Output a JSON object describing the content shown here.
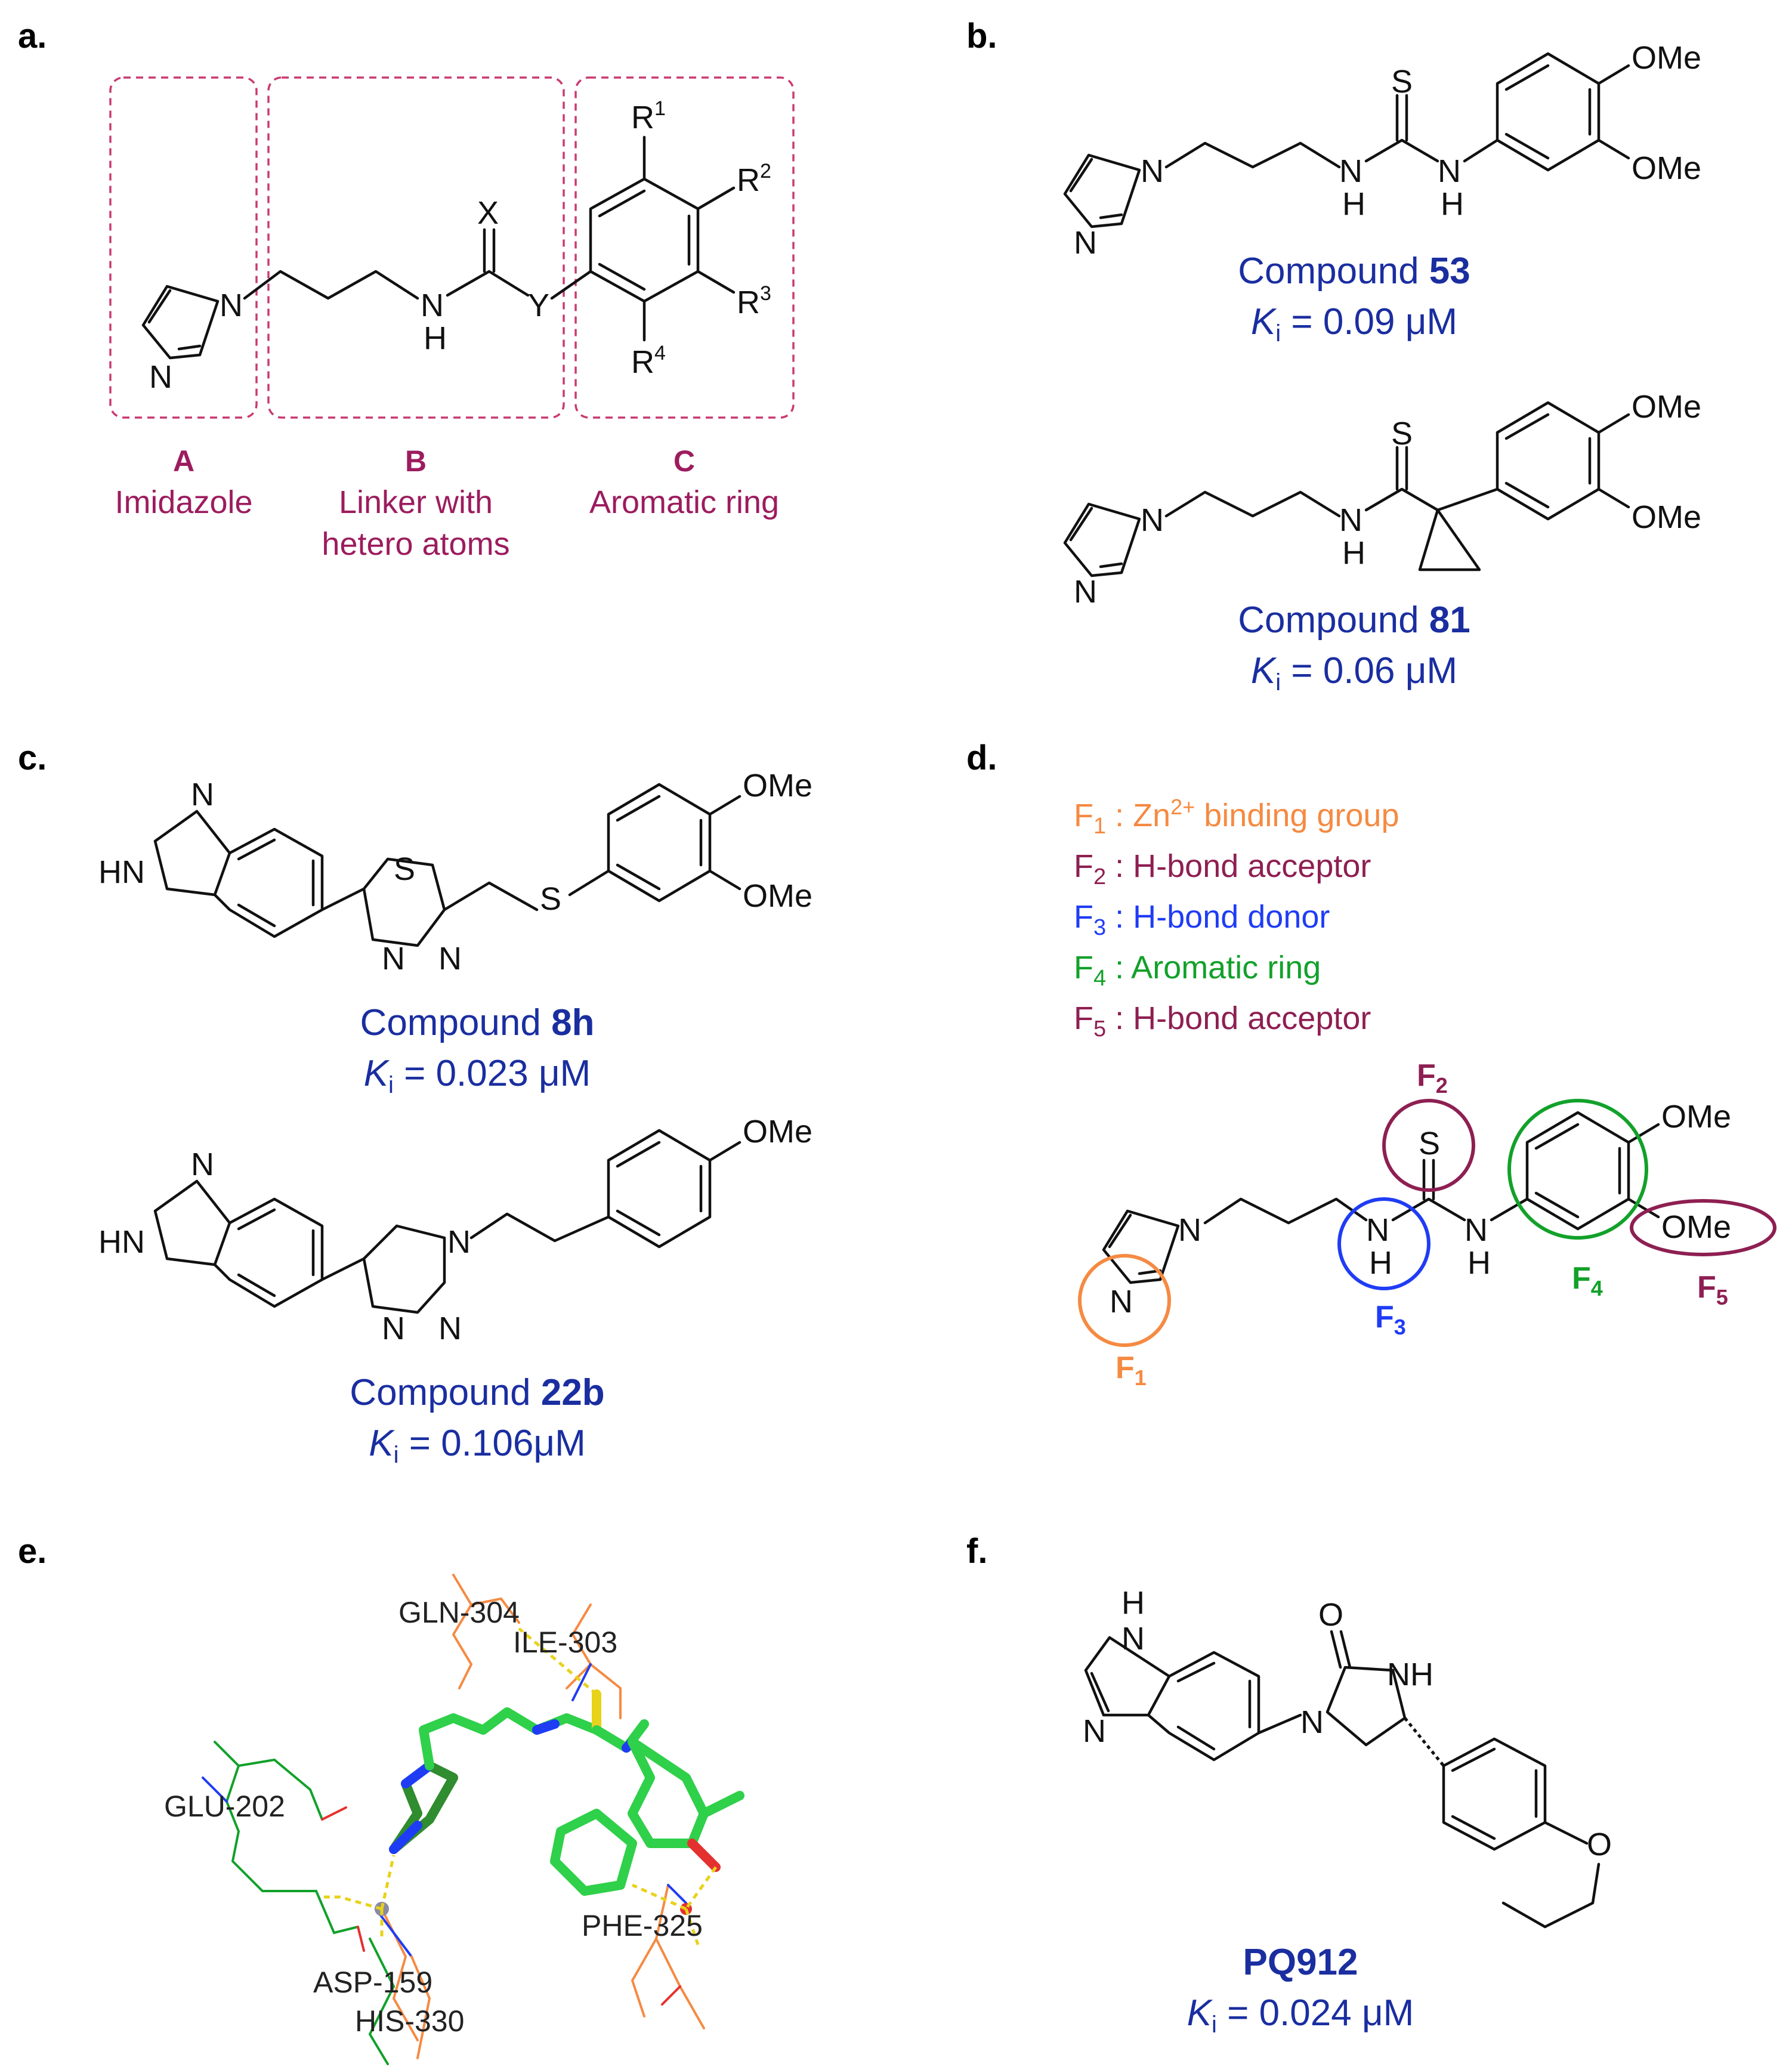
{
  "colors": {
    "purple": "#9c1c5e",
    "navy": "#1a2ea0",
    "orange": "#f58a42",
    "blue": "#1f3cf5",
    "green": "#12a12a",
    "maroon": "#8e1f52",
    "yellow": "#e8d21a"
  },
  "panels": {
    "a": "a.",
    "b": "b.",
    "c": "c.",
    "d": "d.",
    "e": "e.",
    "f": "f."
  },
  "atoms": {
    "N": "N",
    "H": "H",
    "HN": "HN",
    "NH": "NH",
    "S": "S",
    "O": "O",
    "X": "X",
    "Y": "Y",
    "OMe": "OMe",
    "R": "R",
    "r1": "1",
    "r2": "2",
    "r3": "3",
    "r4": "4"
  },
  "panel_a": {
    "A_letter": "A",
    "A_label": "Imidazole",
    "B_letter": "B",
    "B_label_1": "Linker with",
    "B_label_2": "hetero atoms",
    "C_letter": "C",
    "C_label": "Aromatic ring"
  },
  "compounds": {
    "c53": {
      "prefix": "Compound ",
      "id": "53",
      "ki_sym": "K",
      "ki_sub": "i",
      "ki_val": " = 0.09 μM"
    },
    "c81": {
      "prefix": "Compound ",
      "id": "81",
      "ki_sym": "K",
      "ki_sub": "i",
      "ki_val": " = 0.06 μM"
    },
    "c8h": {
      "prefix": "Compound ",
      "id": "8h",
      "ki_sym": "K",
      "ki_sub": "i",
      "ki_val": " = 0.023 μM"
    },
    "c22b": {
      "prefix": "Compound ",
      "id": "22b",
      "ki_sym": "K",
      "ki_sub": "i",
      "ki_val": " = 0.106μM"
    },
    "pq912": {
      "id": "PQ912",
      "ki_sym": "K",
      "ki_sub": "i",
      "ki_val": " = 0.024 μM"
    }
  },
  "pharmacophore": {
    "F": "F",
    "f1": {
      "sub": "1",
      "text": " : Zn",
      "sup": "2+",
      "text2": " binding group"
    },
    "f2": {
      "sub": "2",
      "text": " : H-bond acceptor"
    },
    "f3": {
      "sub": "3",
      "text": " : H-bond donor"
    },
    "f4": {
      "sub": "4",
      "text": " : Aromatic ring"
    },
    "f5": {
      "sub": "5",
      "text": " : H-bond acceptor"
    }
  },
  "residues": [
    "GLN-304",
    "ILE-303",
    "GLU-202",
    "PHE-325",
    "ASP-159",
    "HIS-330"
  ]
}
